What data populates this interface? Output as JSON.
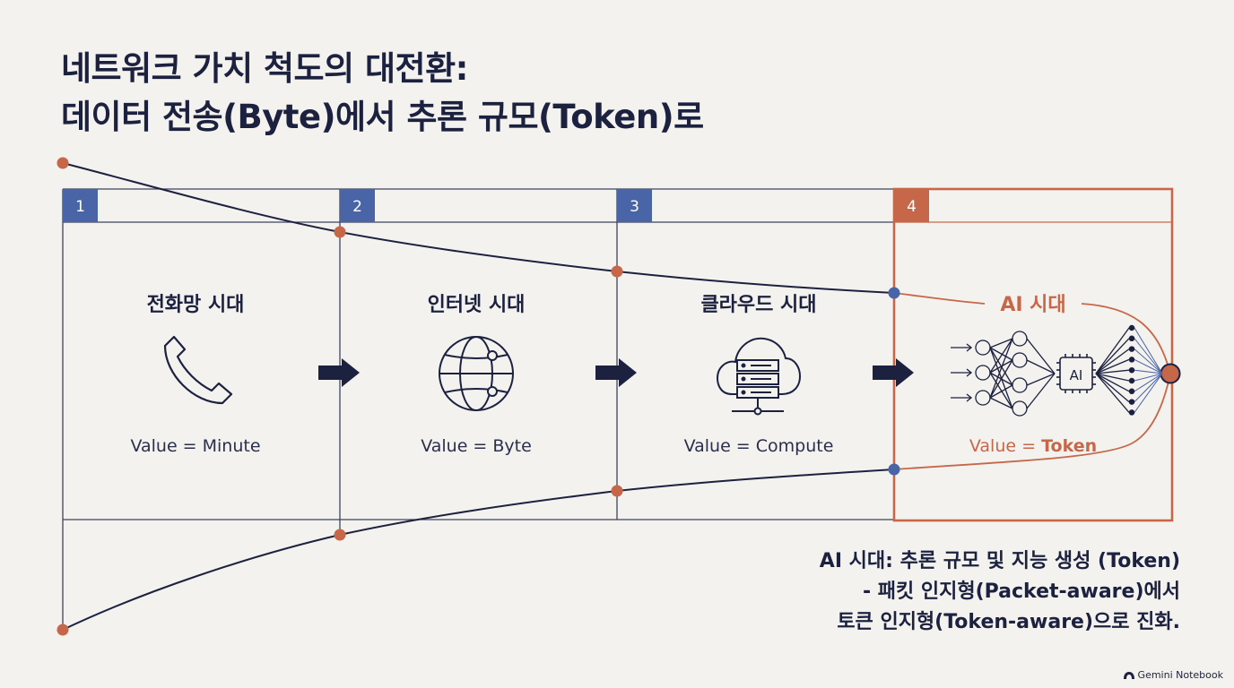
{
  "title": {
    "line1": "네트워크 가치 척도의 대전환:",
    "line2": "데이터 전송(Byte)에서 추론 규모(Token)로"
  },
  "eras": [
    {
      "number": "1",
      "title": "전화망 시대",
      "value": "Value = Minute",
      "icon": "phone-icon"
    },
    {
      "number": "2",
      "title": "인터넷 시대",
      "value": "Value = Byte",
      "icon": "globe-icon"
    },
    {
      "number": "3",
      "title": "클라우드 시대",
      "value": "Value = Compute",
      "icon": "cloud-server-icon"
    },
    {
      "number": "4",
      "title": "AI 시대",
      "value_prefix": "Value = ",
      "value_emphasis": "Token",
      "icon": "neural-network-icon",
      "chip_label": "AI"
    }
  ],
  "summary": {
    "line1": "AI 시대: 추론 규모 및 지능 생성 (Token)",
    "line2": "- 패킷 인지형(Packet-aware)에서",
    "line3": "토큰 인지형(Token-aware)으로 진화."
  },
  "brand": "Gemini Notebook",
  "colors": {
    "navy": "#1c2140",
    "blue_badge": "#4a64a8",
    "orange": "#c7674a",
    "line": "#3c4260",
    "background": "#f3f2ee"
  }
}
